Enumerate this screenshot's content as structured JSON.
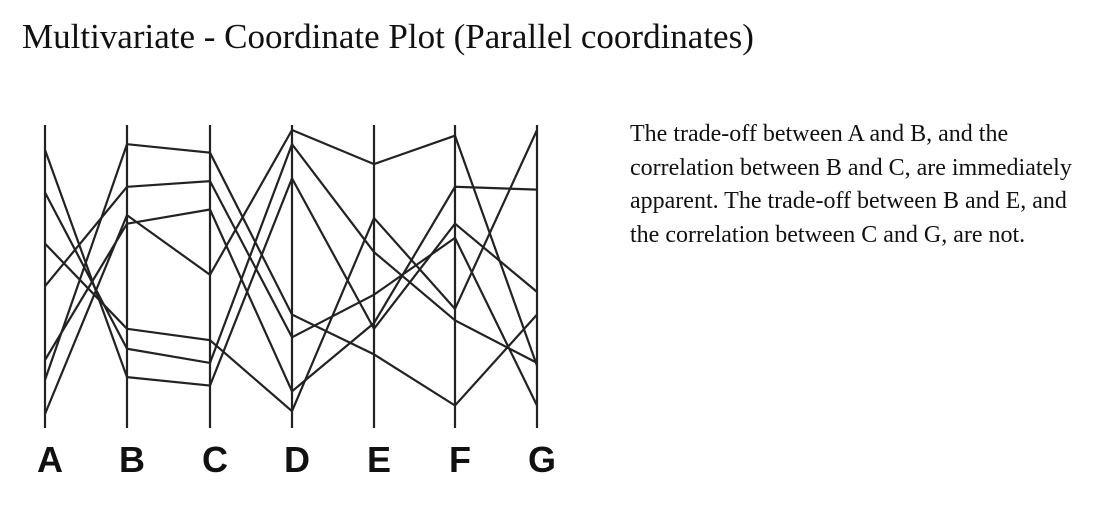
{
  "title": "Multivariate - Coordinate Plot (Parallel coordinates)",
  "caption": "The trade-off between A and B, and the correlation between B and C, are immediately apparent. The trade-off between B and E, and the correlation between C and G, are not.",
  "chart_data": {
    "type": "parallel-coordinates",
    "axes": [
      "A",
      "B",
      "C",
      "D",
      "E",
      "F",
      "G"
    ],
    "ylim": [
      0,
      1
    ],
    "line_color": "#222222",
    "series": [
      {
        "values": [
          0.93,
          0.13,
          0.1,
          0.83,
          0.3,
          0.67,
          0.43
        ]
      },
      {
        "values": [
          0.78,
          0.23,
          0.18,
          0.95,
          0.57,
          0.33,
          0.18
        ]
      },
      {
        "values": [
          0.6,
          0.3,
          0.26,
          0.01,
          0.69,
          0.37,
          1.0
        ]
      },
      {
        "values": [
          0.19,
          0.67,
          0.72,
          0.08,
          0.32,
          0.8,
          0.79
        ]
      },
      {
        "values": [
          0.45,
          0.8,
          0.82,
          0.27,
          0.42,
          0.62,
          0.03
        ]
      },
      {
        "values": [
          0.12,
          0.95,
          0.92,
          0.35,
          0.21,
          0.03,
          0.35
        ]
      },
      {
        "values": [
          0.0,
          0.7,
          0.49,
          1.0,
          0.88,
          0.98,
          0.17
        ]
      }
    ]
  }
}
